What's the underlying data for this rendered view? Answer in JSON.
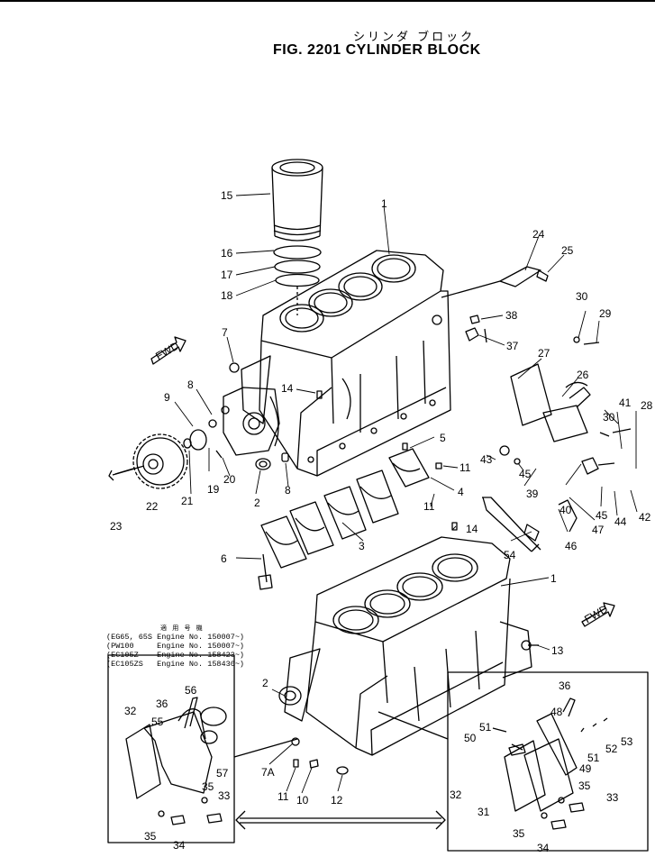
{
  "header": {
    "title_jp": "シリンダ ブロック",
    "title": "FIG. 2201  CYLINDER BLOCK"
  },
  "fwd_label": "FWD",
  "applicability": {
    "heading_jp": "適 用 号 機",
    "rows": [
      "(EG65, 65S Engine No. 150007~)",
      "(PW100     Engine No. 150007~)",
      "(EC105Z    Engine No. 158423~)",
      "(EC105ZS   Engine No. 158430~)"
    ]
  },
  "part_labels": [
    "1",
    "2",
    "3",
    "4",
    "5",
    "6",
    "7",
    "7A",
    "8",
    "9",
    "10",
    "11",
    "12",
    "13",
    "14",
    "15",
    "16",
    "17",
    "18",
    "19",
    "20",
    "21",
    "22",
    "23",
    "24",
    "25",
    "26",
    "27",
    "28",
    "29",
    "30",
    "31",
    "32",
    "33",
    "34",
    "35",
    "36",
    "37",
    "38",
    "39",
    "40",
    "41",
    "42",
    "43",
    "44",
    "45",
    "46",
    "47",
    "48",
    "49",
    "50",
    "51",
    "52",
    "53",
    "54",
    "55",
    "56",
    "57"
  ]
}
